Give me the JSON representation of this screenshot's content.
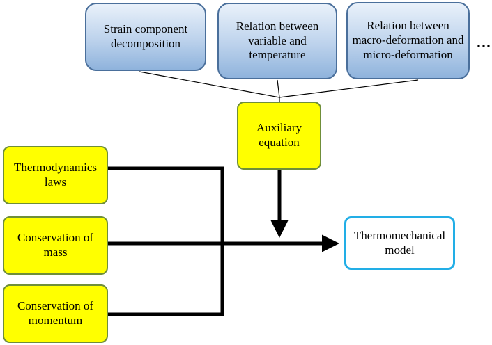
{
  "nodes": {
    "strain": "Strain component decomposition",
    "relation_var_temp": "Relation between variable and temperature",
    "relation_macro_micro": "Relation between macro-deformation and micro-deformation",
    "more": "…",
    "auxiliary": "Auxiliary equation",
    "thermo_laws": "Thermodynamics laws",
    "cons_mass": "Conservation of mass",
    "cons_momentum": "Conservation of momentum",
    "model": "Thermomechanical model"
  },
  "colors": {
    "input_fill": "#ffff00",
    "input_border": "#6f8e3a",
    "aux_box_border": "#4a6f9b",
    "output_border": "#22aee6",
    "arrow": "#000000"
  }
}
